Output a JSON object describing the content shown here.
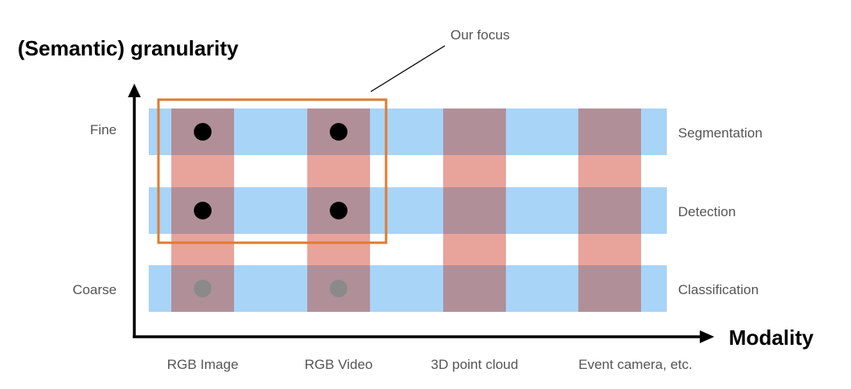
{
  "axes": {
    "y_title": "(Semantic) granularity",
    "x_title": "Modality"
  },
  "y_levels": {
    "fine": "Fine",
    "coarse": "Coarse"
  },
  "rows": [
    {
      "task": "Segmentation"
    },
    {
      "task": "Detection"
    },
    {
      "task": "Classification"
    }
  ],
  "columns": [
    {
      "modality": "RGB Image"
    },
    {
      "modality": "RGB Video"
    },
    {
      "modality": "3D point cloud"
    },
    {
      "modality": "Event camera, etc."
    }
  ],
  "focus": {
    "label": "Our focus",
    "color": "#e07b2e"
  },
  "colors": {
    "row_band": "#a8d4f7",
    "column_band": "#e8a39b",
    "overlap": "#b18f99",
    "dot_focus": "#000000",
    "dot_other": "#8a8a8a",
    "axis": "#000000"
  },
  "dots": [
    {
      "column": "RGB Image",
      "row": "Segmentation",
      "style": "focus"
    },
    {
      "column": "RGB Video",
      "row": "Segmentation",
      "style": "focus"
    },
    {
      "column": "RGB Image",
      "row": "Detection",
      "style": "focus"
    },
    {
      "column": "RGB Video",
      "row": "Detection",
      "style": "focus"
    },
    {
      "column": "RGB Image",
      "row": "Classification",
      "style": "other"
    },
    {
      "column": "RGB Video",
      "row": "Classification",
      "style": "other"
    }
  ]
}
